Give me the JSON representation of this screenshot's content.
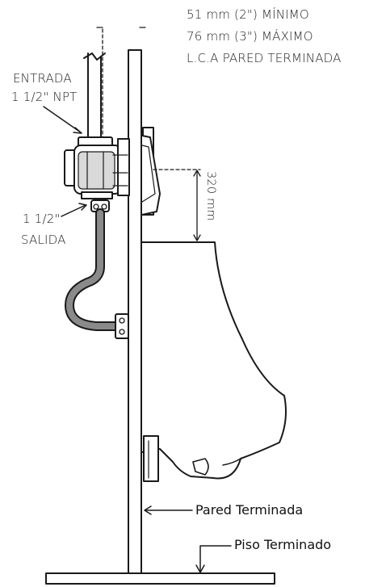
{
  "callouts": {
    "spacing_min": "51 mm (2\") MÍNIMO",
    "spacing_max": "76 mm (3\") MÁXIMO",
    "spacing_ref": "L.C.A PARED TERMINADA",
    "inlet_line1": "ENTRADA",
    "inlet_line2": "1 1/2\" NPT",
    "outlet_line1": "1 1/2\"",
    "outlet_line2": "SALIDA",
    "height_dim": "320 mm",
    "wall_label": "Pared Terminada",
    "floor_label": "Piso Terminado"
  },
  "colors": {
    "line": "#1a1a1a",
    "pipe_fill": "#8a8a8a",
    "valve_shade": "#d9d9d9",
    "background": "#ffffff"
  }
}
